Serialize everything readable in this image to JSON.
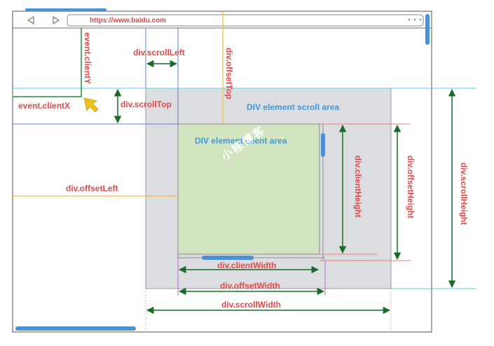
{
  "browser": {
    "url": "https://www.baidu.com",
    "back_icon": "chevron-left-icon",
    "forward_icon": "chevron-right-icon",
    "menu_icon": "more-dots-icon"
  },
  "labels": {
    "event_clientY": "event.clientY",
    "event_clientX": "event.clientX",
    "scroll_left": "div.scrollLeft",
    "scroll_top": "div.scrollTop",
    "offset_top": "div.offsetTop",
    "offset_left": "div.offsetLeft",
    "scroll_area": "DIV element scroll area",
    "client_area": "DIV element client area",
    "client_height": "div.clientHeight",
    "offset_height": "div.offsetHeight",
    "scroll_height": "div.scrollHeight",
    "client_width": "div.clientWidth",
    "offset_width": "div.offsetWidth",
    "scroll_width": "div.scrollWidth"
  },
  "watermark": "小栋博客",
  "colors": {
    "label_red": "#e04a4a",
    "label_blue": "#3b9be0",
    "scroll_area": "#dcdde0",
    "client_area": "#d3e4c0",
    "scrollbar": "#4a90d9",
    "arrow_green": "#1a6b2a",
    "cyan_line": "#5ad4e0",
    "cursor_yellow": "#f0c020"
  }
}
